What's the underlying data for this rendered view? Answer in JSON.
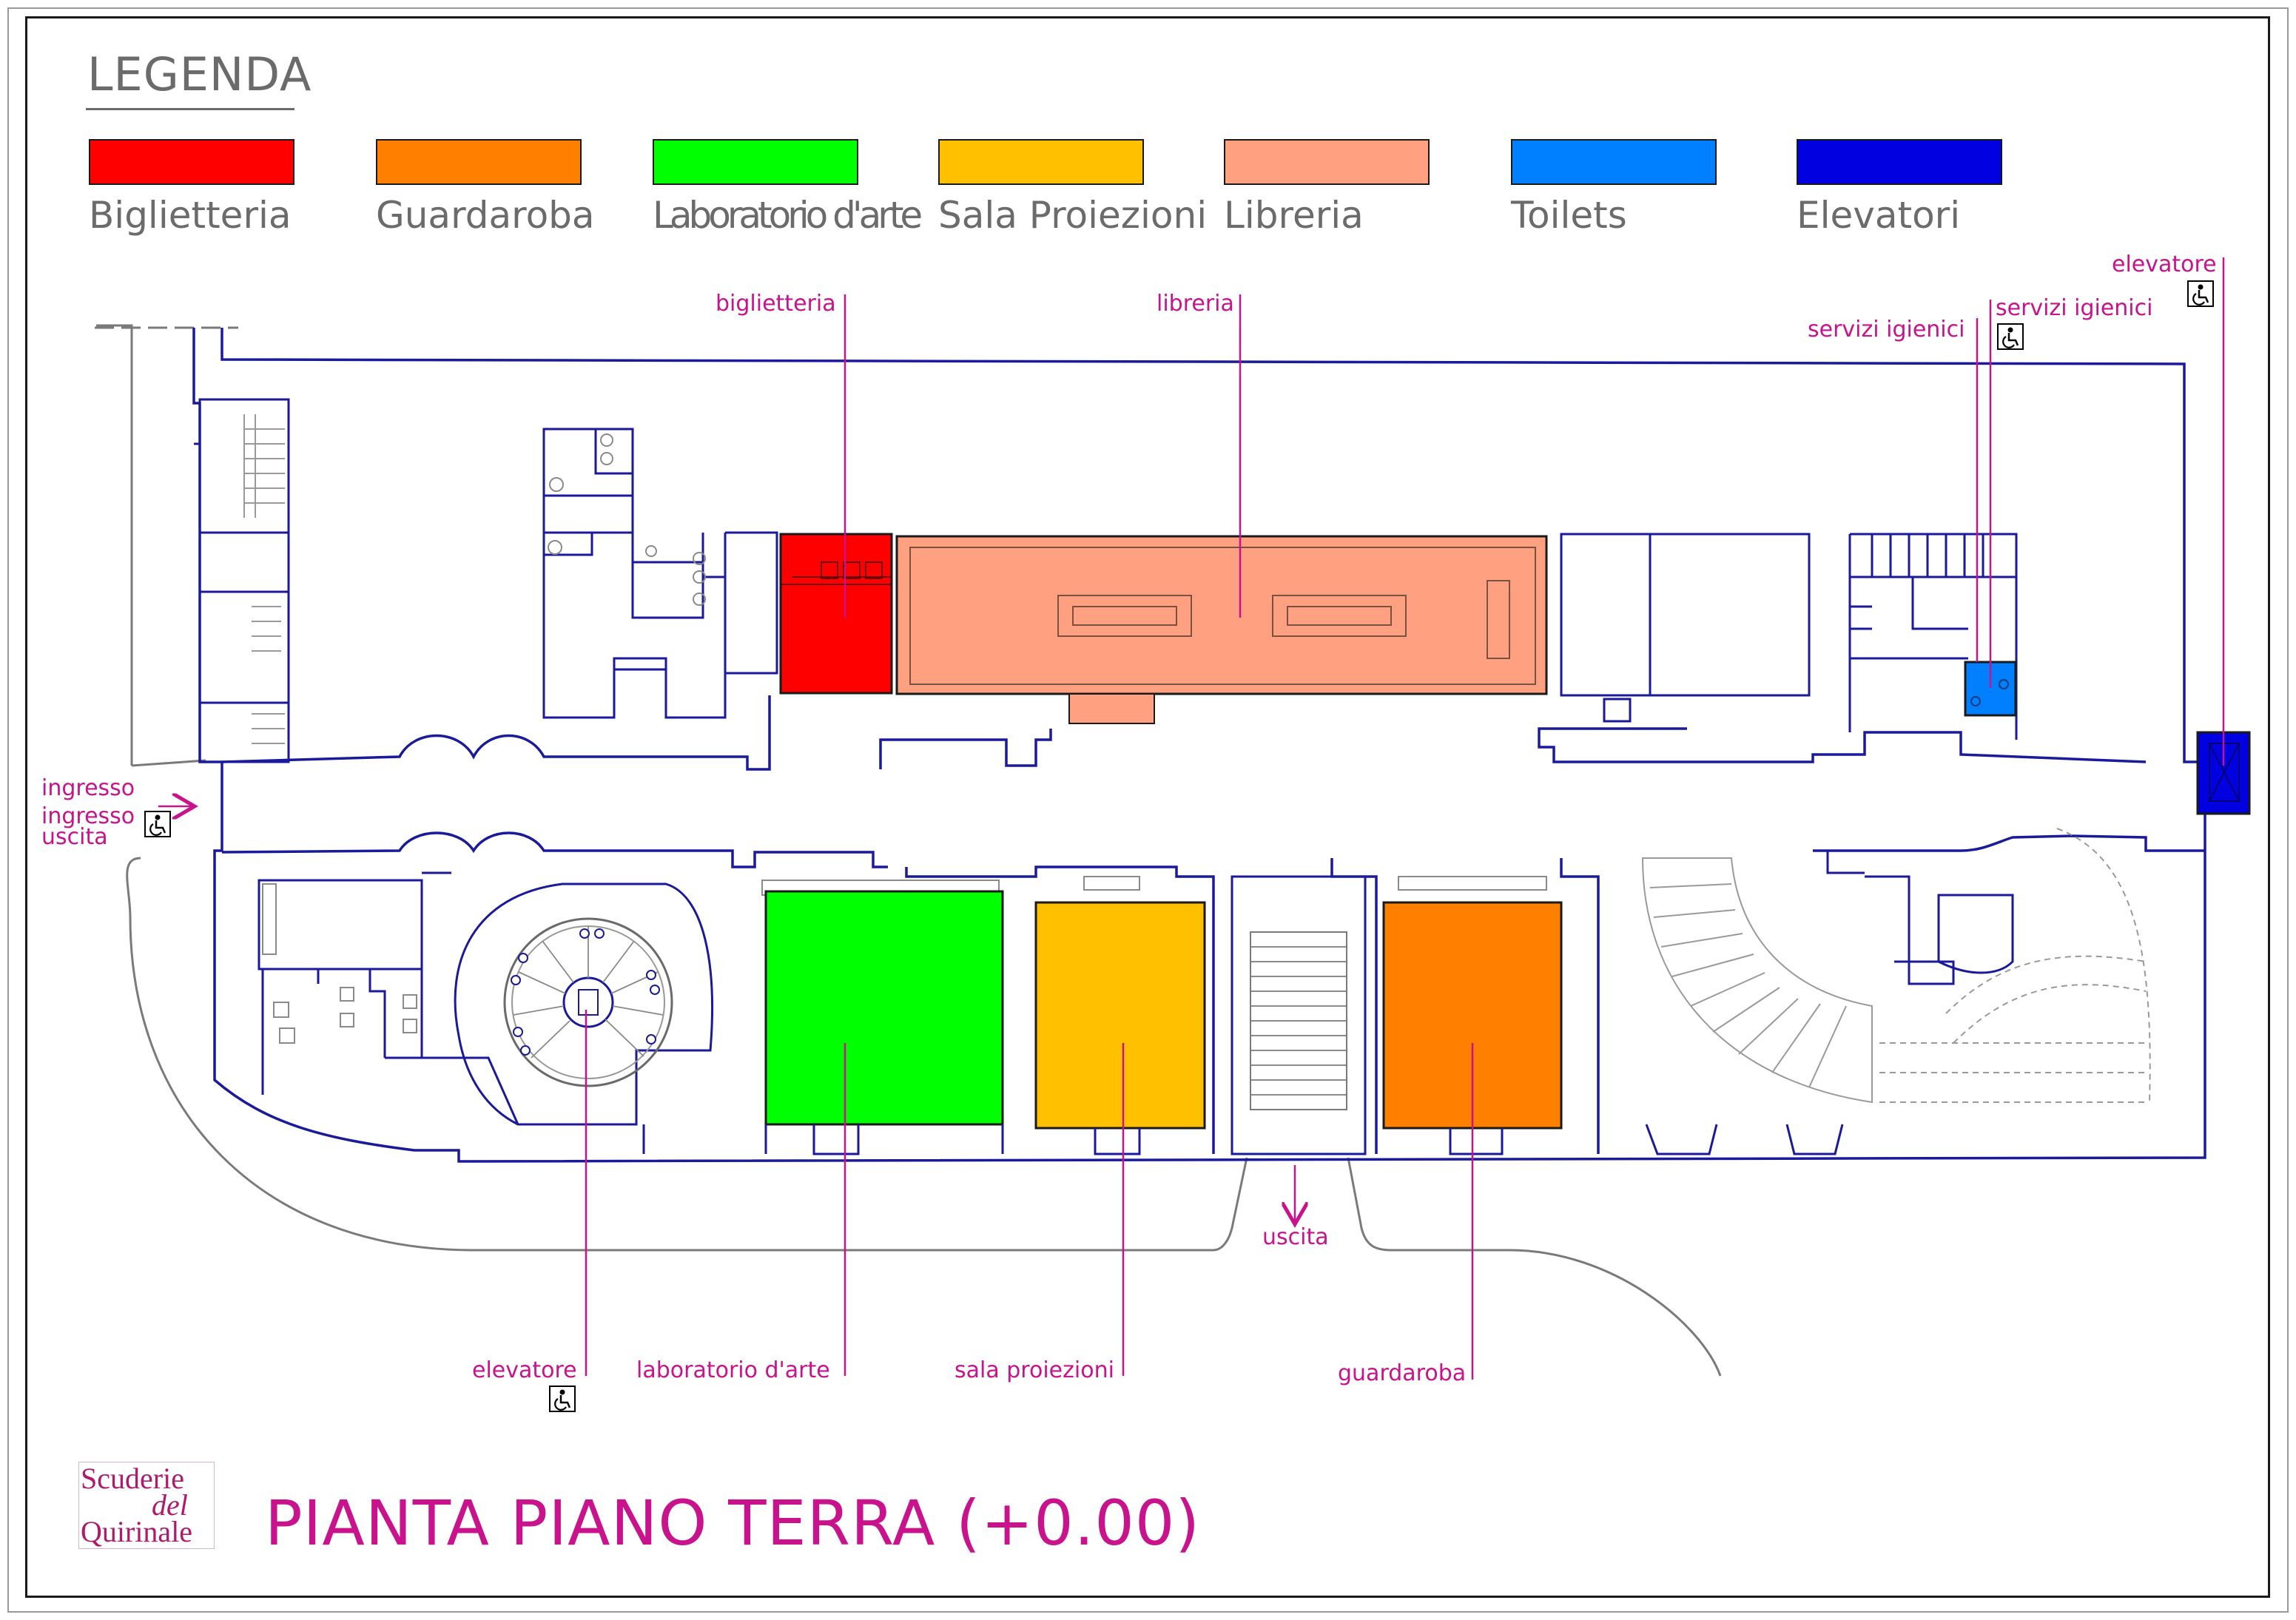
{
  "legend": {
    "title": "LEGENDA",
    "items": [
      {
        "label": "Biglietteria",
        "color": "#ff0000"
      },
      {
        "label": "Guardaroba",
        "color": "#ff8000"
      },
      {
        "label": "Laboratorio d'arte",
        "color": "#00ff00"
      },
      {
        "label": "Sala Proiezioni",
        "color": "#ffc000"
      },
      {
        "label": "Libreria",
        "color": "#ffa080"
      },
      {
        "label": "Toilets",
        "color": "#0080ff"
      },
      {
        "label": "Elevatori",
        "color": "#0000e0"
      }
    ]
  },
  "labels": {
    "biglietteria": "biglietteria",
    "libreria": "libreria",
    "servizi_igienici_1": "servizi igienici",
    "servizi_igienici_2": "servizi igienici",
    "elevatore_top": "elevatore",
    "ingresso": "ingresso",
    "ingresso_uscita_1": "ingresso",
    "ingresso_uscita_2": "uscita",
    "uscita": "uscita",
    "elevatore_bottom": "elevatore",
    "laboratorio": "laboratorio d'arte",
    "sala_proiezioni": "sala proiezioni",
    "guardaroba": "guardaroba"
  },
  "title": "PIANTA PIANO TERRA (+0.00)",
  "logo": {
    "line1": "Scuderie",
    "line2": "del",
    "line3": "Quirinale"
  },
  "colors": {
    "wall": "#1a1a9a",
    "label": "#c8138c",
    "legend_text": "#6b6b6b"
  },
  "icons": {
    "accessibility": "wheelchair-icon"
  }
}
